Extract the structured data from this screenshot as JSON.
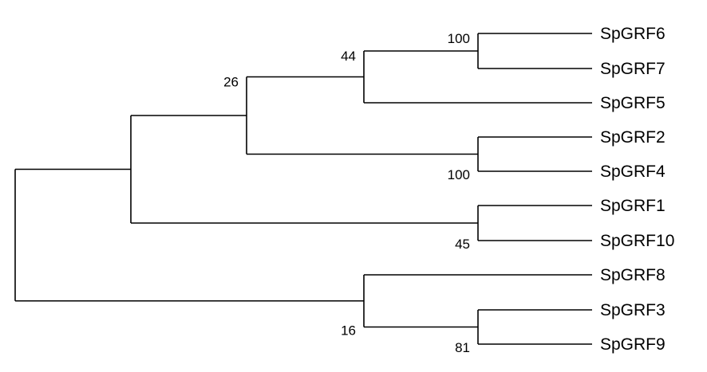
{
  "tree": {
    "type": "phylogenetic-tree",
    "leaves": [
      "SpGRF6",
      "SpGRF7",
      "SpGRF5",
      "SpGRF2",
      "SpGRF4",
      "SpGRF1",
      "SpGRF10",
      "SpGRF8",
      "SpGRF3",
      "SpGRF9"
    ],
    "clades": [
      {
        "id": "n67",
        "children": [
          "SpGRF6",
          "SpGRF7"
        ],
        "support": "100"
      },
      {
        "id": "n675",
        "children": [
          "n67",
          "SpGRF5"
        ],
        "support": "44"
      },
      {
        "id": "n24",
        "children": [
          "SpGRF2",
          "SpGRF4"
        ],
        "support": "100"
      },
      {
        "id": "n67524",
        "children": [
          "n675",
          "n24"
        ],
        "support": "26"
      },
      {
        "id": "n110",
        "children": [
          "SpGRF1",
          "SpGRF10"
        ],
        "support": "45"
      },
      {
        "id": "nA",
        "children": [
          "n67524",
          "n110"
        ],
        "support": ""
      },
      {
        "id": "n39",
        "children": [
          "SpGRF3",
          "SpGRF9"
        ],
        "support": "81"
      },
      {
        "id": "n839",
        "children": [
          "SpGRF8",
          "n39"
        ],
        "support": "16"
      },
      {
        "id": "root",
        "children": [
          "nA",
          "n839"
        ],
        "support": ""
      }
    ],
    "colors": {
      "line": "#000000",
      "text": "#000000",
      "background": "#ffffff"
    }
  }
}
